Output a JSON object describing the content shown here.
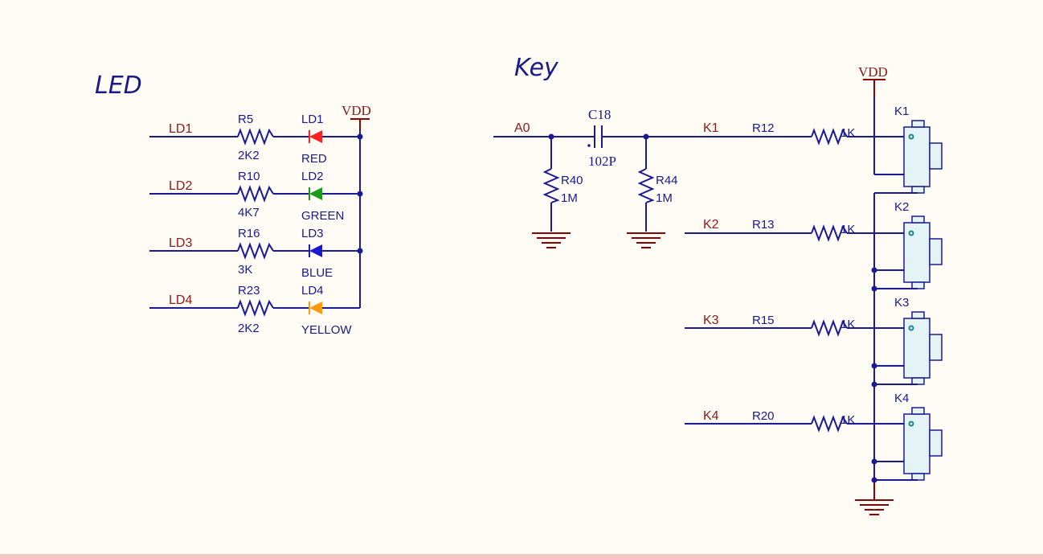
{
  "titles": {
    "led": "LED",
    "key": "Key"
  },
  "power": {
    "vdd_left": "VDD",
    "vdd_right": "VDD"
  },
  "leds": [
    {
      "net": "LD1",
      "resistor": "R5",
      "value": "2K2",
      "led": "LD1",
      "color_name": "RED",
      "color": "#ff2020"
    },
    {
      "net": "LD2",
      "resistor": "R10",
      "value": "4K7",
      "led": "LD2",
      "color_name": "GREEN",
      "color": "#1a9a1a"
    },
    {
      "net": "LD3",
      "resistor": "R16",
      "value": "3K",
      "led": "LD3",
      "color_name": "BLUE",
      "color": "#1a1acc"
    },
    {
      "net": "LD4",
      "resistor": "R23",
      "value": "2K2",
      "led": "LD4",
      "color_name": "YELLOW",
      "color": "#ff9a10"
    }
  ],
  "filter": {
    "input_net": "A0",
    "capacitor": "C18",
    "cap_value": "102P",
    "r40": "R40",
    "r40_value": "1M",
    "r44": "R44",
    "r44_value": "1M"
  },
  "keys": [
    {
      "net": "K1",
      "resistor": "R12",
      "value": "1K",
      "switch": "K1"
    },
    {
      "net": "K2",
      "resistor": "R13",
      "value": "1K",
      "switch": "K2"
    },
    {
      "net": "K3",
      "resistor": "R15",
      "value": "1K",
      "switch": "K3"
    },
    {
      "net": "K4",
      "resistor": "R20",
      "value": "1K",
      "switch": "K4"
    }
  ]
}
